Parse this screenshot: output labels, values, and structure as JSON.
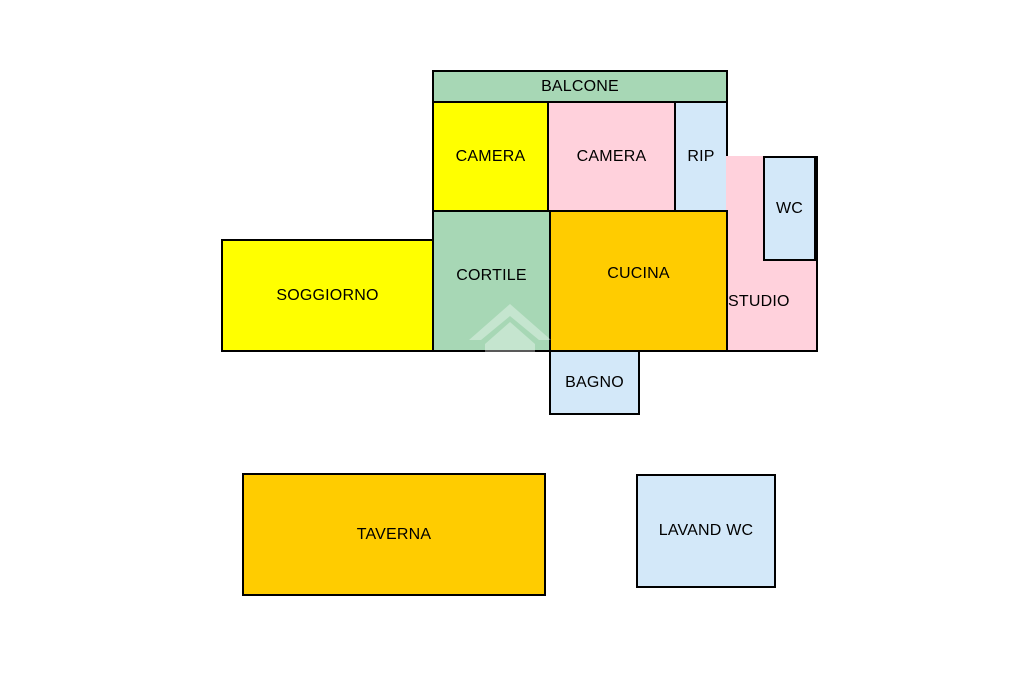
{
  "floorplan": {
    "colors": {
      "yellow": "#ffff00",
      "pink": "#ffd1dc",
      "blue": "#d3e8f9",
      "green": "#a7d7b5",
      "orange": "#ffcc00"
    },
    "rooms": {
      "balcone": "BALCONE",
      "camera_1": "CAMERA",
      "camera_2": "CAMERA",
      "rip": "RIP",
      "wc": "WC",
      "soggiorno": "SOGGIORNO",
      "cortile": "CORTILE",
      "cucina": "CUCINA",
      "studio": "STUDIO",
      "bagno": "BAGNO",
      "taverna": "TAVERNA",
      "lavand_wc": "LAVAND WC"
    }
  }
}
